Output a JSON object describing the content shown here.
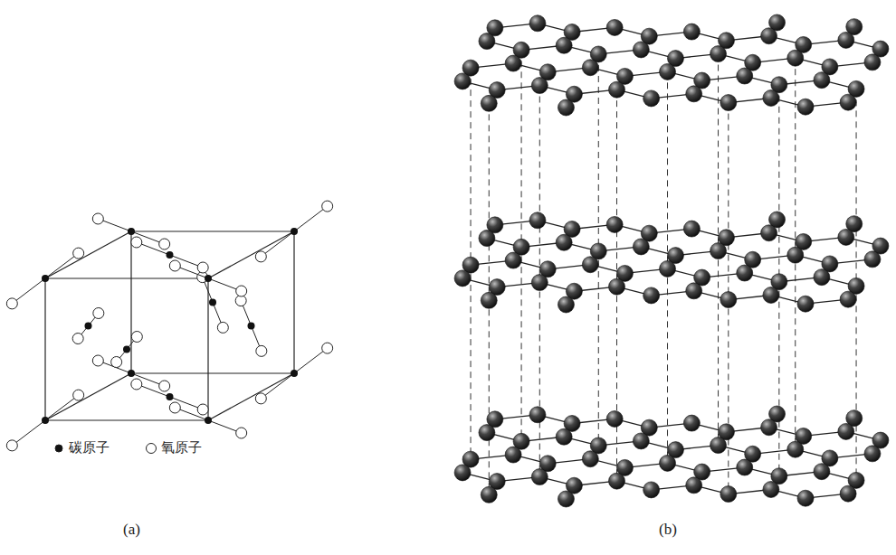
{
  "diagram": {
    "labels": [
      "(a)",
      "(b)"
    ],
    "legend": [
      {
        "text": "碳原子"
      },
      {
        "text": "氧原子"
      }
    ]
  }
}
